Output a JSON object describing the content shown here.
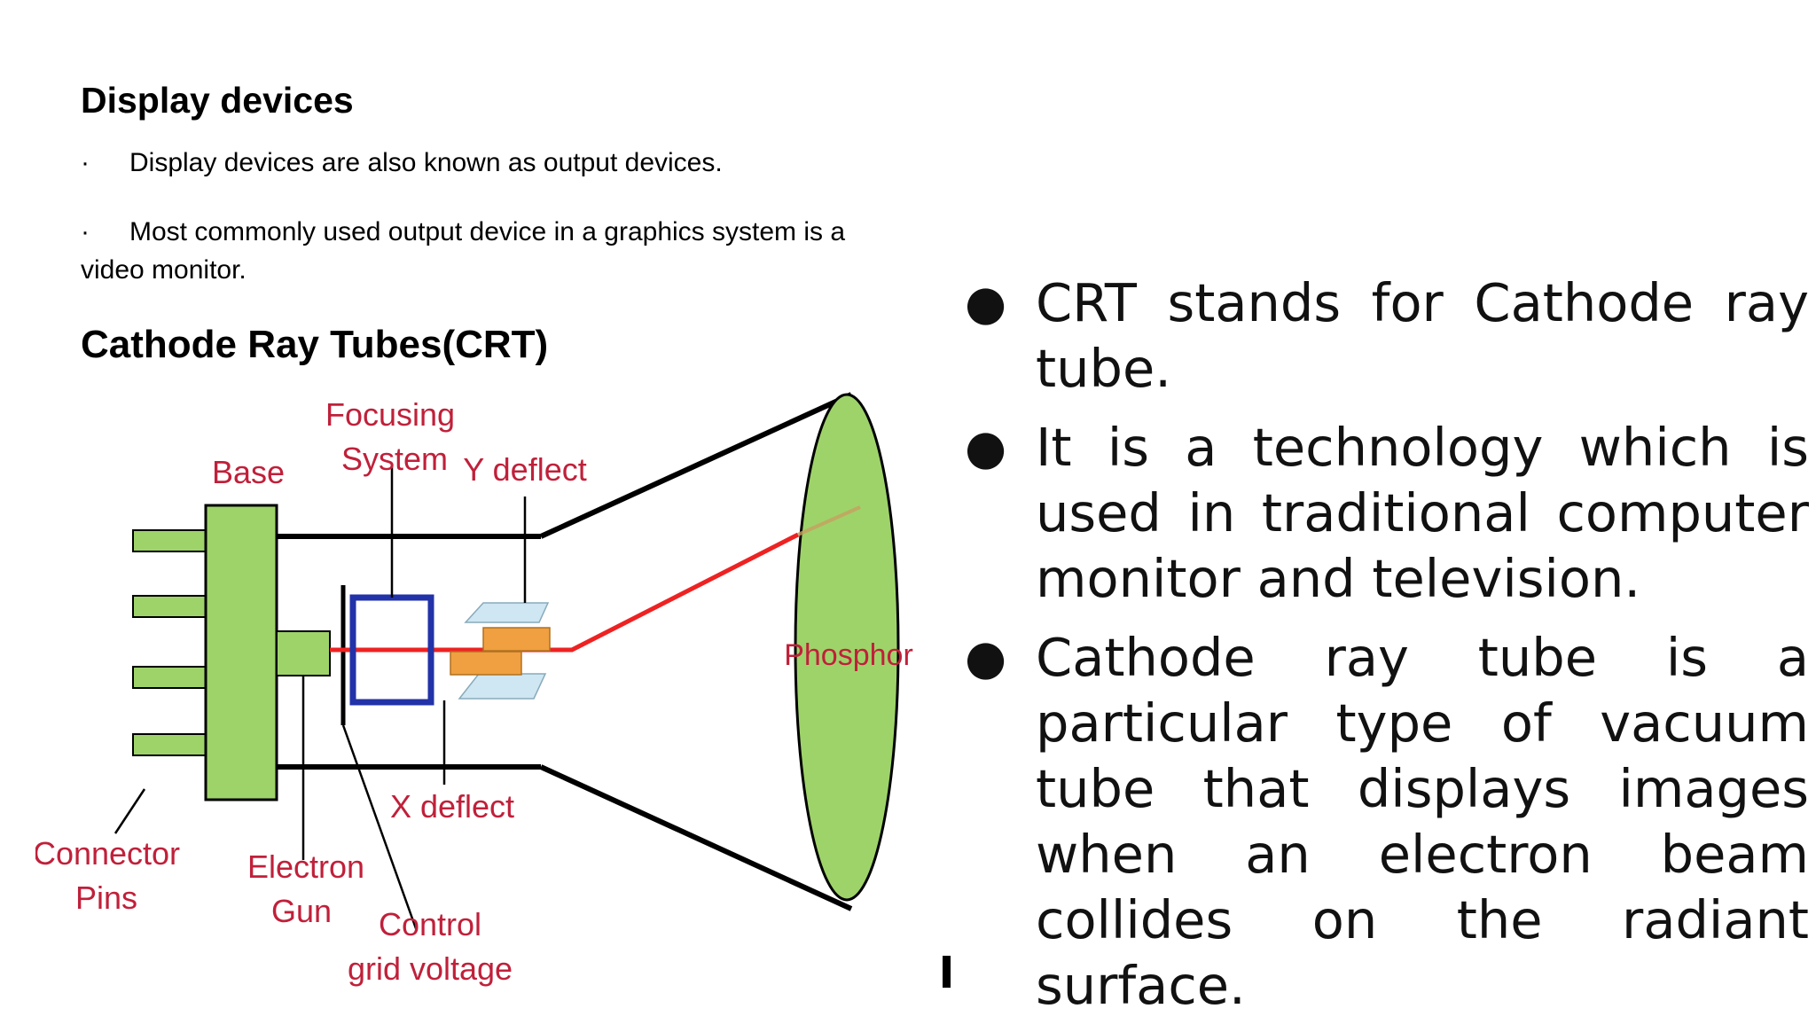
{
  "slide": {
    "heading": "Display devices",
    "bullets": [
      "Display devices are also known as output devices.",
      "Most commonly used output device in a graphics system is a video monitor."
    ],
    "bullet_marker": "·",
    "subheading": "Cathode Ray Tubes(CRT)"
  },
  "diagram": {
    "labels": {
      "focusing_line1": "Focusing",
      "focusing_line2": "System",
      "base": "Base",
      "y_deflect": "Y deflect",
      "phosphor": "Phosphor",
      "connector_line1": "Connector",
      "connector_line2": "Pins",
      "x_deflect": "X deflect",
      "electron_line1": "Electron",
      "electron_line2": "Gun",
      "control_line1": "Control",
      "control_line2": "grid voltage"
    },
    "colors": {
      "label": "#c0203a",
      "green": "#9ed36a",
      "beam": "#ee2222",
      "focus_box": "#2232a8",
      "plate": "#f0a040",
      "outline": "#000000"
    }
  },
  "right_points": {
    "marker": "●",
    "items": [
      "CRT stands for Cathode ray tube.",
      "It is a technology which is used in traditional computer monitor and television.",
      "Cathode ray tube is a particular type of vacuum tube that displays images when an electron beam collides on the radiant surface."
    ]
  }
}
